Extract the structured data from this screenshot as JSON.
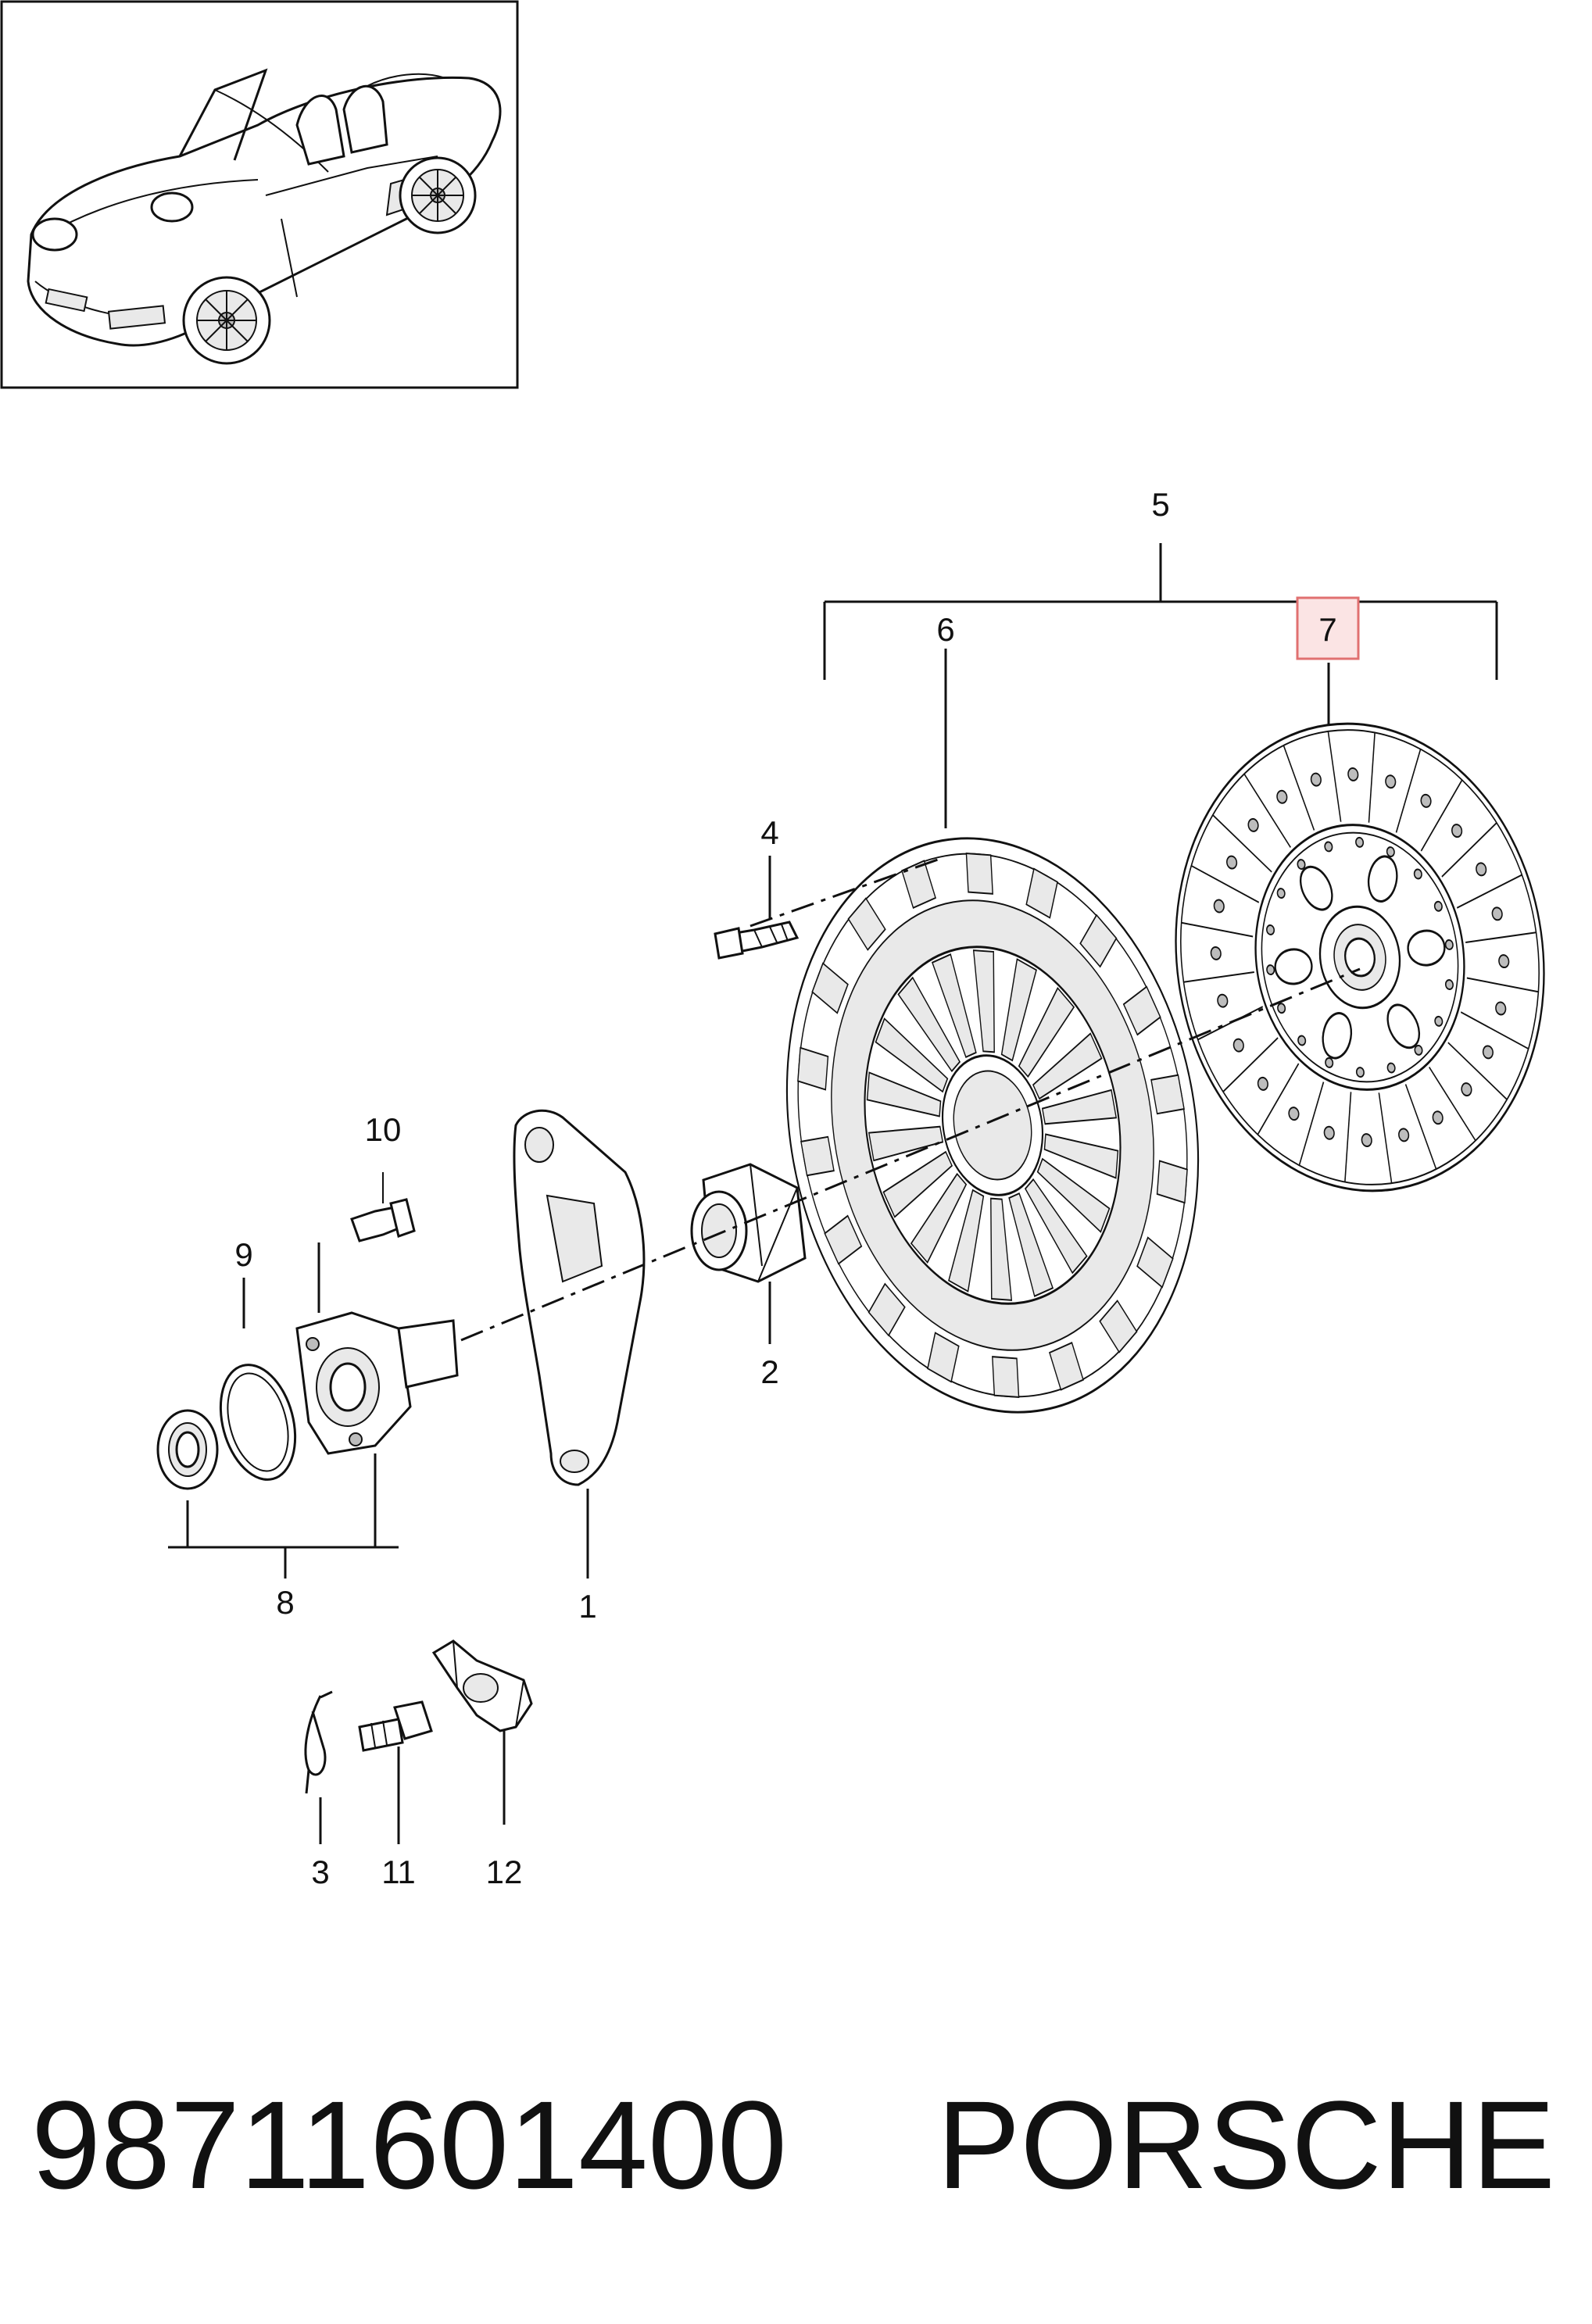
{
  "callouts": {
    "c1": "1",
    "c2": "2",
    "c3": "3",
    "c4": "4",
    "c5": "5",
    "c6": "6",
    "c7": "7",
    "c8": "8",
    "c9": "9",
    "c10": "10",
    "c11": "11",
    "c12": "12"
  },
  "highlighted_callout": "7",
  "highlight_color": "#e07070",
  "footer": {
    "part_number": "98711601400",
    "brand": "PORSCHE"
  },
  "icons": {
    "vehicle": "convertible-sports-car-icon"
  }
}
